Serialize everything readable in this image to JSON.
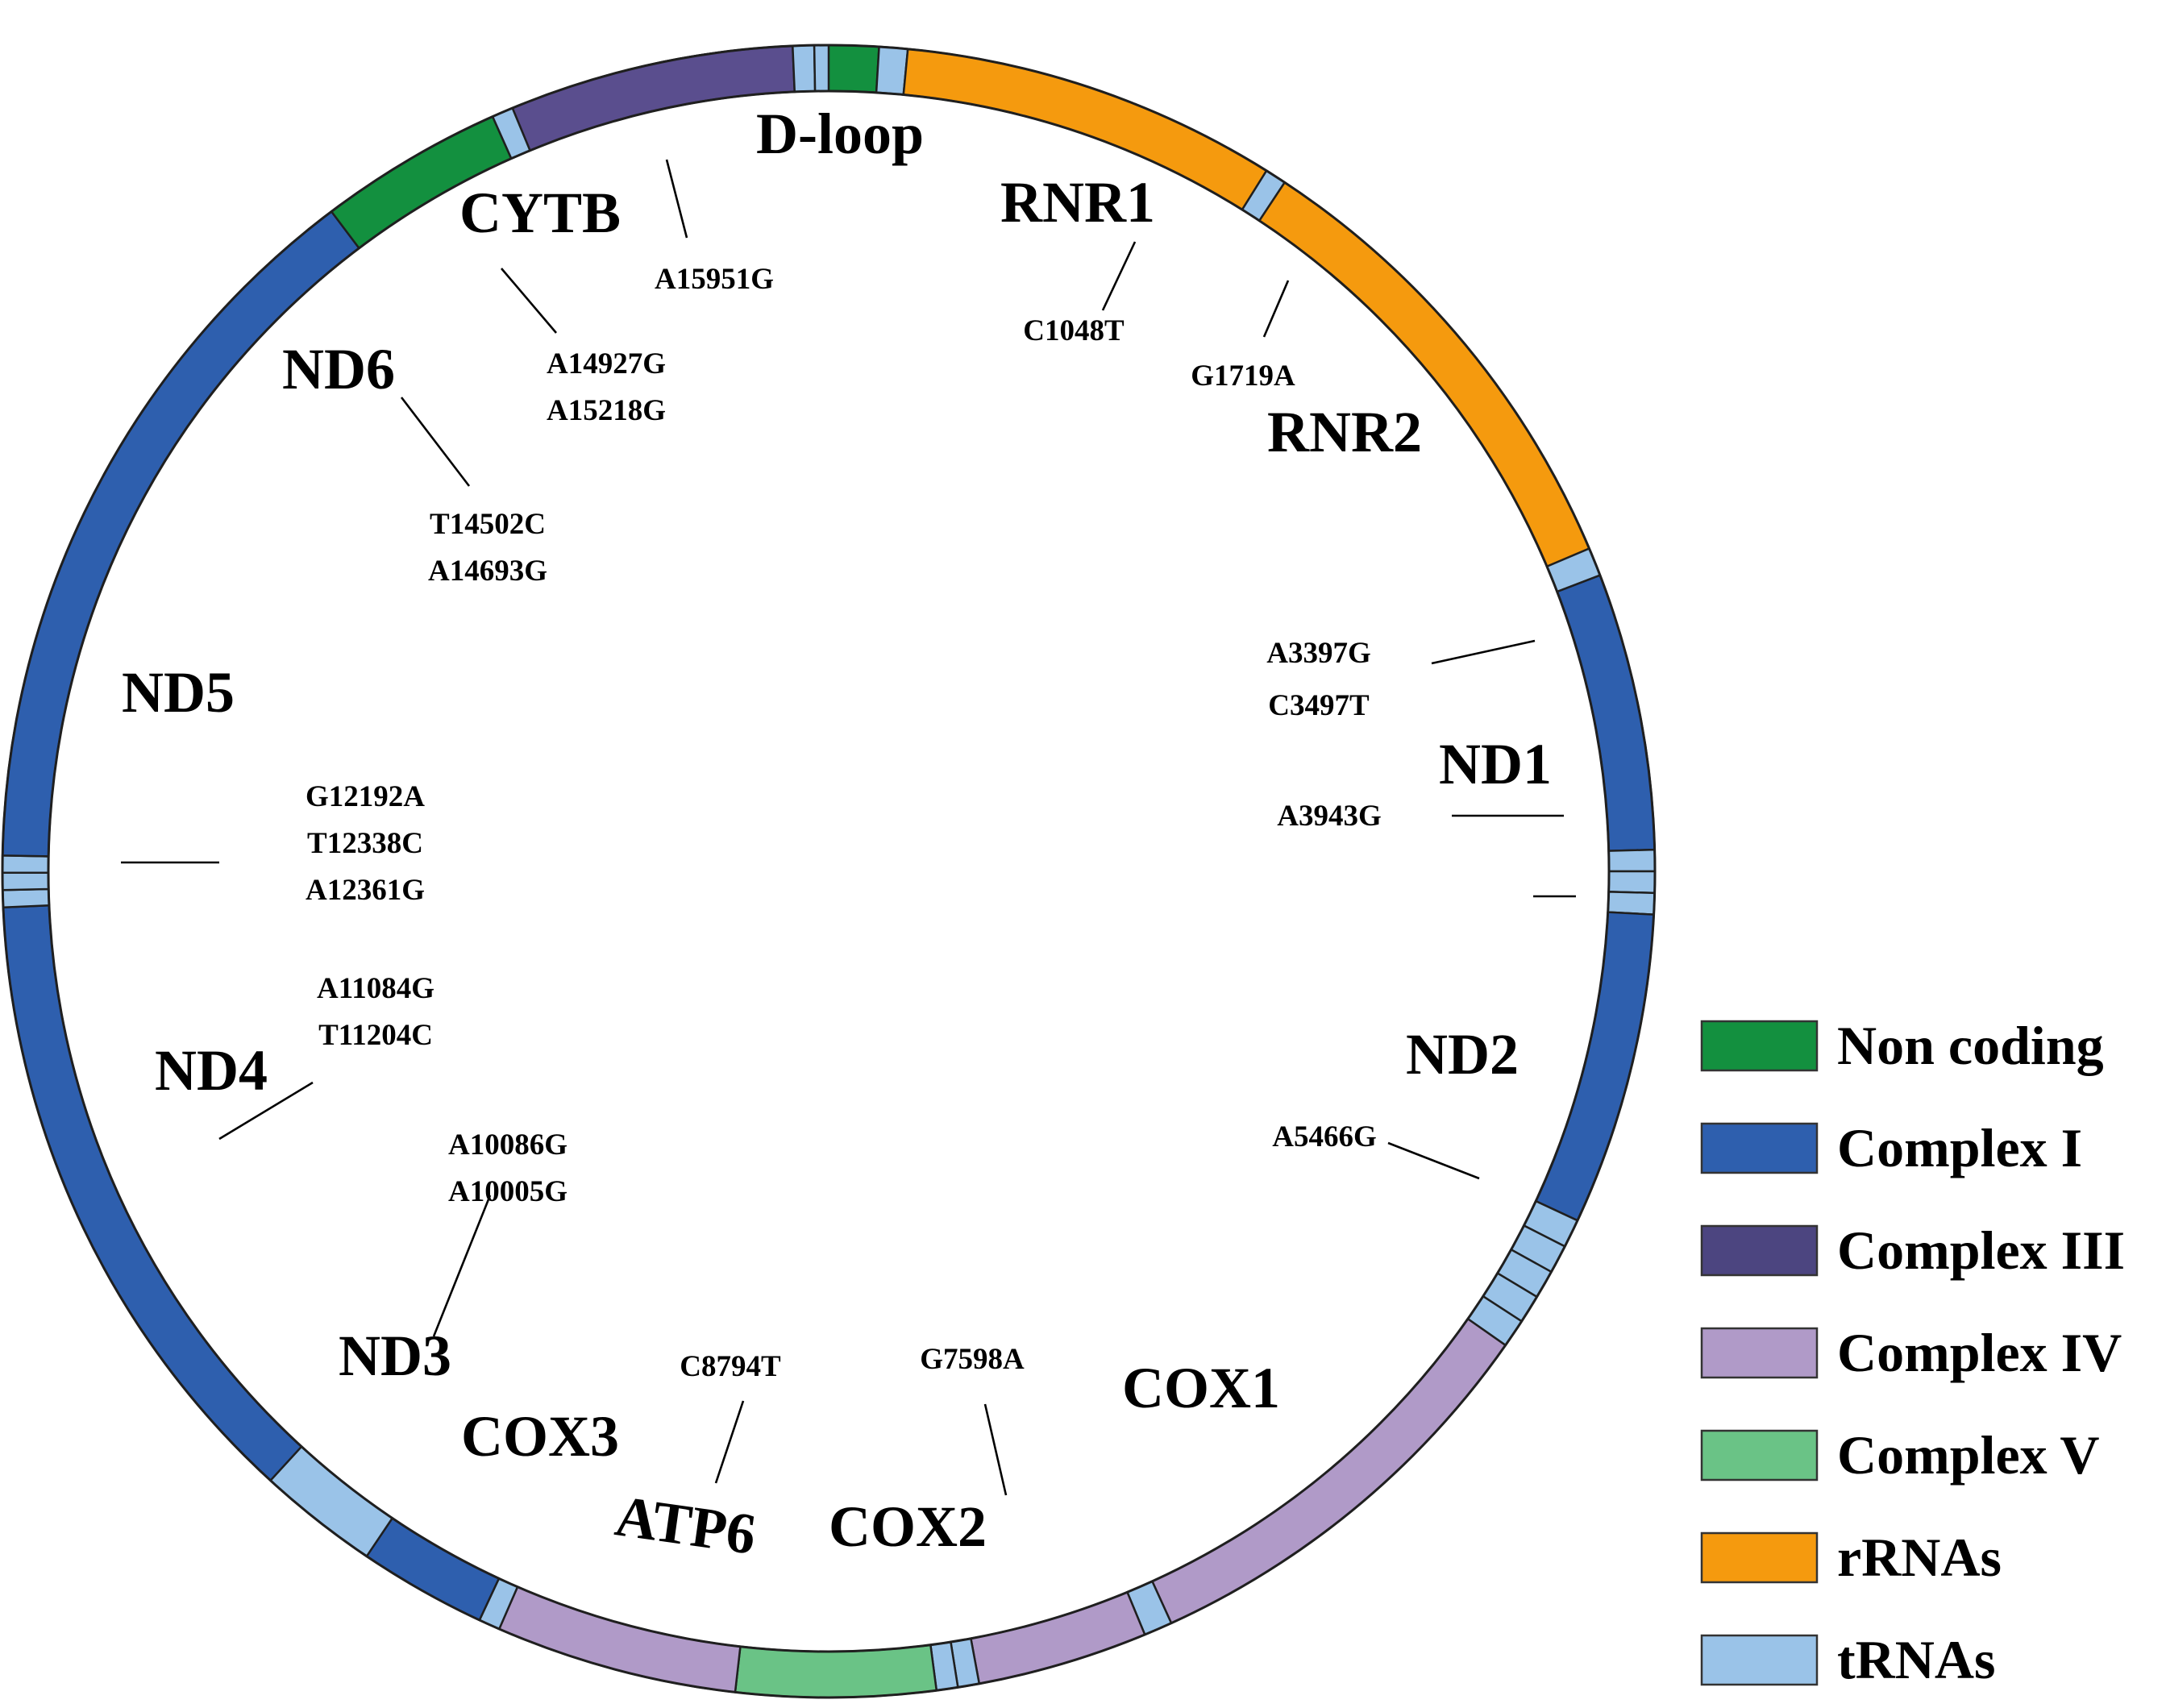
{
  "colors": {
    "noncoding": "#13903f",
    "complex1": "#2e5fae",
    "complex3": "#5a4e8e",
    "complex4": "#b09ac8",
    "complex5": "#6ac386",
    "rrna": "#f59a0e",
    "trna": "#9ac3e8"
  },
  "segments": [
    {
      "name": "d-loop",
      "type": "noncoding",
      "start": 0,
      "end": 1
    },
    {
      "name": "rnr1",
      "type": "rrna",
      "start": 1,
      "end": 2
    },
    {
      "name": "rnr2",
      "type": "rrna",
      "start": 2,
      "end": 3
    },
    {
      "name": "nd1",
      "type": "complex1",
      "start": 3,
      "end": 4
    },
    {
      "name": "nd2",
      "type": "complex1",
      "start": 4,
      "end": 5
    },
    {
      "name": "cox1",
      "type": "complex4",
      "start": 5,
      "end": 6
    },
    {
      "name": "cox2",
      "type": "complex4",
      "start": 6,
      "end": 7
    },
    {
      "name": "atp6",
      "type": "complex5",
      "start": 7,
      "end": 8
    },
    {
      "name": "cox3",
      "type": "complex4",
      "start": 8,
      "end": 9
    },
    {
      "name": "nd3",
      "type": "complex1",
      "start": 9,
      "end": 10
    },
    {
      "name": "nd4",
      "type": "complex1",
      "start": 10,
      "end": 11
    },
    {
      "name": "nd5",
      "type": "complex1",
      "start": 11,
      "end": 12
    },
    {
      "name": "nd6",
      "type": "complex1",
      "start": 12,
      "end": 13
    },
    {
      "name": "cytb",
      "type": "complex3",
      "start": 13,
      "end": 14
    }
  ],
  "gene_labels": {
    "dloop": "D-loop",
    "rnr1": "RNR1",
    "rnr2": "RNR2",
    "nd1": "ND1",
    "nd2": "ND2",
    "cox1": "COX1",
    "cox2": "COX2",
    "atp6": "ATP6",
    "cox3": "COX3",
    "nd3": "ND3",
    "nd4": "ND4",
    "nd5": "ND5",
    "nd6": "ND6",
    "cytb": "CYTB"
  },
  "mutations": {
    "dloop": [
      "A15951G"
    ],
    "rnr1": [
      "C1048T"
    ],
    "rnr2": [
      "G1719A"
    ],
    "nd1_a": [
      "A3397G",
      "C3497T"
    ],
    "nd1_b": [
      "A3943G"
    ],
    "nd2": [
      "A5466G"
    ],
    "cox1": [],
    "cox2": [
      "G7598A"
    ],
    "atp6": [
      "C8794T"
    ],
    "nd3": [
      "A10086G",
      "A10005G"
    ],
    "nd4": [
      "A11084G",
      "T11204C"
    ],
    "nd5": [
      "G12192A",
      "T12338C",
      "A12361G"
    ],
    "nd6": [
      "T14502C",
      "A14693G"
    ],
    "cytb": [
      "A14927G",
      "A15218G"
    ]
  },
  "legend": [
    {
      "label": "Non coding",
      "color": "#13903f"
    },
    {
      "label": "Complex I",
      "color": "#2e5fae"
    },
    {
      "label": "Complex III",
      "color": "#4c4580"
    },
    {
      "label": "Complex IV",
      "color": "#b09ac8"
    },
    {
      "label": "Complex V",
      "color": "#6ac386"
    },
    {
      "label": "rRNAs",
      "color": "#f59a0e"
    },
    {
      "label": "tRNAs",
      "color": "#9ac3e8"
    }
  ]
}
